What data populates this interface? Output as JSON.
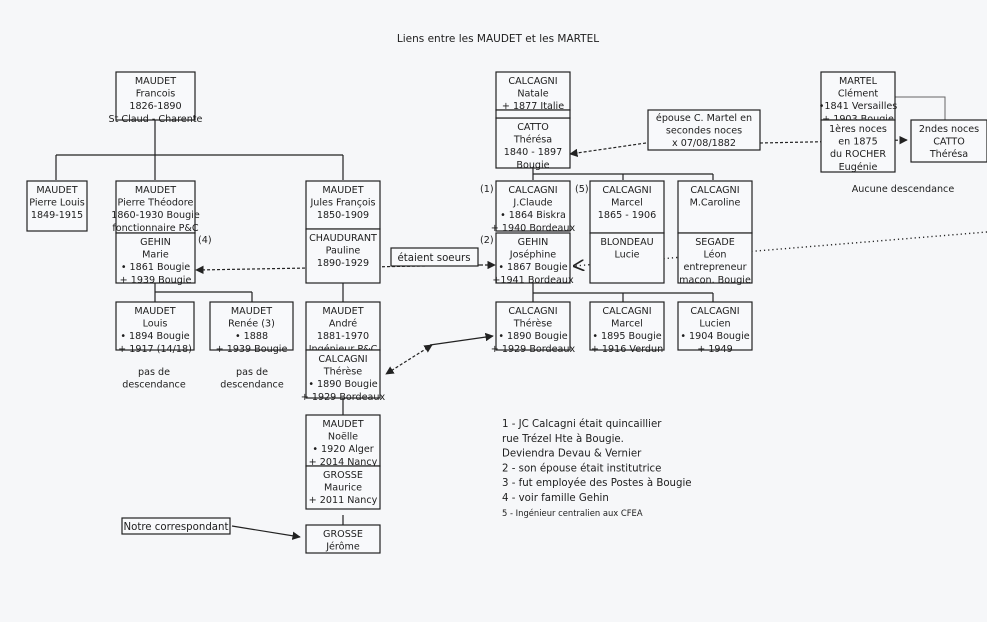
{
  "title": "Liens  entre les MAUDET et les MARTEL",
  "persons": {
    "francois": [
      "MAUDET",
      "Francois",
      "1826-1890",
      "St Claud - Charente"
    ],
    "pierre_louis": [
      "MAUDET",
      "Pierre Louis",
      "1849-1915"
    ],
    "pierre_theodore": [
      "MAUDET",
      "Pierre Théodore",
      "1860-1930 Bougie",
      "fonctionnaire P&C"
    ],
    "gehin_marie": [
      "GEHIN",
      "Marie",
      "• 1861 Bougie",
      "+ 1939 Bougie"
    ],
    "jules_francois": [
      "MAUDET",
      "Jules François",
      "1850-1909"
    ],
    "chaudurant": [
      "CHAUDURANT",
      "Pauline",
      "1890-1929"
    ],
    "louis": [
      "MAUDET",
      "Louis",
      "• 1894 Bougie",
      "+ 1917 (14/18)"
    ],
    "renee": [
      "MAUDET",
      "Renée (3)",
      "• 1888",
      "+ 1939 Bougie"
    ],
    "andre": [
      "MAUDET",
      "André",
      "1881-1970",
      "Ingénieur P&C"
    ],
    "therese_a": [
      "CALCAGNI",
      "Thérèse",
      "• 1890 Bougie",
      "+ 1929 Bordeaux"
    ],
    "noelle": [
      "MAUDET",
      "Noëlle",
      "• 1920 Alger",
      "+ 2014 Nancy"
    ],
    "maurice": [
      "GROSSE",
      "Maurice",
      "+ 2011 Nancy"
    ],
    "jerome": [
      "GROSSE",
      "Jérôme"
    ],
    "natale": [
      "CALCAGNI",
      "Natale",
      "+ 1877 Italie"
    ],
    "theresa": [
      "CATTO",
      "Thérésa",
      "1840 - 1897",
      "Bougie"
    ],
    "jclaude": [
      "CALCAGNI",
      "J.Claude",
      "• 1864 Biskra",
      "+ 1940 Bordeaux"
    ],
    "josephine": [
      "GEHIN",
      "Joséphine",
      "• 1867 Bougie",
      "+1941 Bordeaux"
    ],
    "marcel_a": [
      "CALCAGNI",
      "Marcel",
      "1865 - 1906"
    ],
    "blondeau": [
      "BLONDEAU",
      "Lucie"
    ],
    "caroline": [
      "CALCAGNI",
      "M.Caroline"
    ],
    "segade": [
      "SEGADE",
      "Léon",
      "entrepreneur",
      "macon. Bougie"
    ],
    "therese_b": [
      "CALCAGNI",
      "Thérèse",
      "• 1890 Bougie",
      "+ 1929 Bordeaux"
    ],
    "marcel_b": [
      "CALCAGNI",
      "Marcel",
      "• 1895 Bougie",
      "+ 1916 Verdun"
    ],
    "lucien": [
      "CALCAGNI",
      "Lucien",
      "• 1904 Bougie",
      "+ 1949"
    ],
    "clement": [
      "MARTEL",
      "Clément",
      "•1841 Versailles",
      "+ 1903 Bougie"
    ],
    "rocher": [
      "1ères noces",
      "en 1875",
      "du ROCHER",
      "Eugénie"
    ],
    "catto_2": [
      "2ndes noces",
      "CATTO",
      "Thérésa"
    ]
  },
  "markers": {
    "m4": "(4)",
    "m1": "(1)",
    "m5": "(5)",
    "m2": "(2)"
  },
  "captions": {
    "pas_desc_1": [
      "pas de",
      "descendance"
    ],
    "pas_desc_2": [
      "pas de",
      "descendance"
    ],
    "aucune": "Aucune descendance",
    "etaient_soeurs": "étaient soeurs",
    "epouse": [
      "épouse C. Martel en",
      "secondes noces",
      "x 07/08/1882"
    ],
    "correspondant": "Notre correspondant"
  },
  "notes": [
    "1 - JC Calcagni était quincaillier",
    "rue Trézel Hte à Bougie.",
    "Deviendra Devau & Vernier",
    "2 - son épouse était institutrice",
    "3 - fut employée des Postes à Bougie",
    "4 - voir famille Gehin",
    "5 - Ingénieur centralien aux CFEA"
  ]
}
